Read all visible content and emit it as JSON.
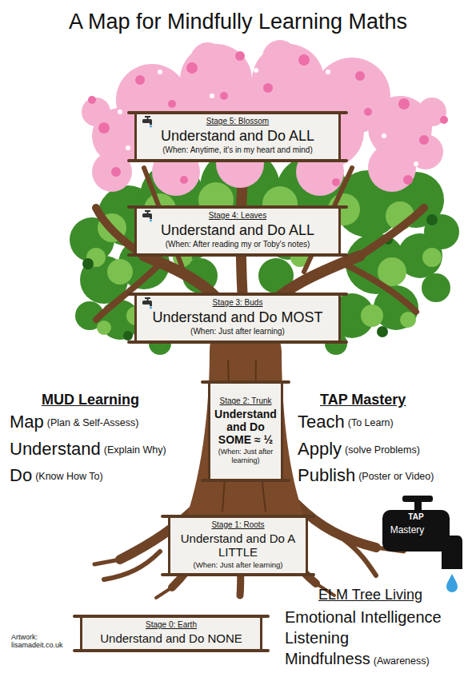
{
  "diagram": {
    "title": "A Map for Mindfully Learning Maths",
    "nodes": [
      {
        "text": [
          "Stage 5: Blossom",
          "Understand and Do ALL",
          "(When: Anytime, it's in my heart and mind)"
        ]
      },
      {
        "text": [
          "Stage 4: Leaves",
          "Understand and Do ALL",
          "(When: After reading my or Toby's notes)"
        ]
      },
      {
        "text": [
          "Stage 3: Buds",
          "Understand and Do MOST",
          "(When: Just after learning)"
        ]
      },
      {
        "text": [
          "Stage 2: Trunk",
          "Understand and Do SOME ≈ ½",
          "(When: Just after learning)"
        ]
      },
      {
        "text": [
          "Stage 1: Roots",
          "Understand and Do A LITTLE",
          "(When: Just after learning)"
        ]
      },
      {
        "text": [
          "Stage 0: Earth",
          "Understand and Do NONE"
        ]
      }
    ],
    "labels": [
      "MUD Learning",
      "Map",
      "(Plan & Self-Assess)",
      "Understand",
      "(Explain Why)",
      "Do",
      "(Know How To)",
      "TAP Mastery",
      "Teach",
      "(To Learn)",
      "Apply",
      "(solve Problems)",
      "Publish",
      "(Poster or Video)",
      "TAP",
      "Mastery",
      "ELM Tree Living",
      "Emotional Intelligence",
      "Listening",
      "Mindfulness",
      "(Awareness)",
      "Artwork: lisamadeit.co.uk"
    ]
  }
}
